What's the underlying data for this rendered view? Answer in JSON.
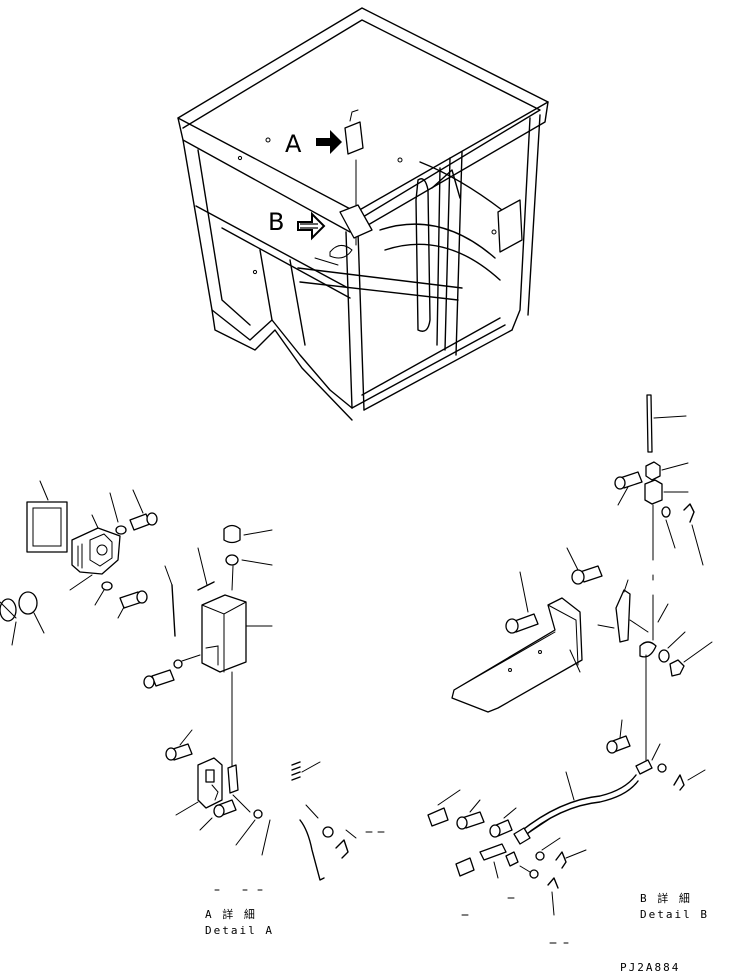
{
  "view_labels": {
    "a": "A",
    "b": "B"
  },
  "detail_a": {
    "jp": "A 詳 細",
    "en": "Detail A"
  },
  "detail_b": {
    "jp": "B 詳 細",
    "en": "Detail B"
  },
  "drawing_code": "PJ2A884"
}
